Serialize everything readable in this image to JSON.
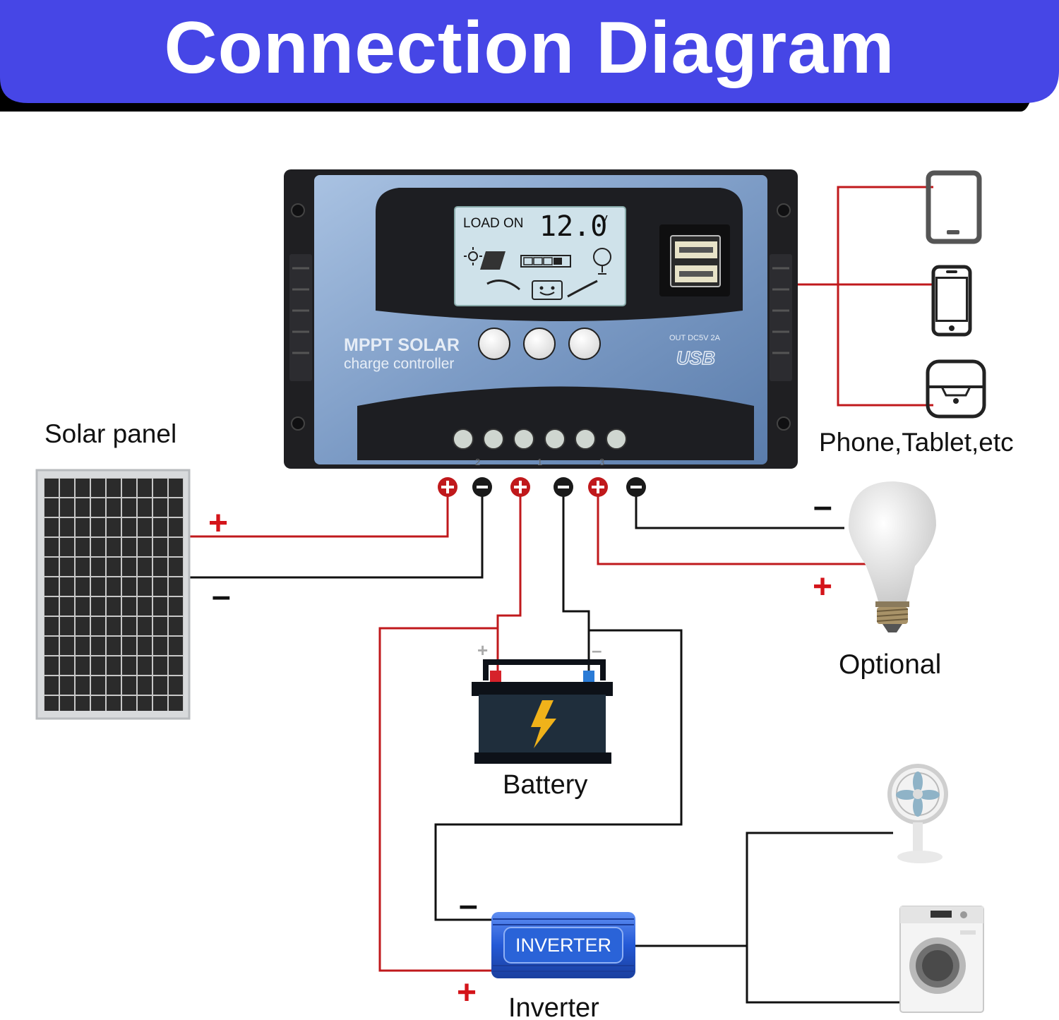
{
  "header": {
    "title": "Connection Diagram"
  },
  "controller": {
    "brand_line1": "MPPT SOLAR",
    "brand_line2": "charge controller",
    "lcd_status": "LOAD ON",
    "lcd_voltage": "12.0",
    "lcd_unit": "V",
    "usb_rating": "OUT DC5V 2A",
    "usb_label": "USB",
    "terminal_numbers": [
      "2",
      "1",
      "3"
    ]
  },
  "labels": {
    "solar_panel": "Solar panel",
    "devices": "Phone,Tablet,etc",
    "optional": "Optional",
    "battery": "Battery",
    "inverter": "Inverter",
    "inverter_body": "INVERTER"
  },
  "polarity": {
    "plus": "+",
    "minus": "–"
  },
  "colors": {
    "header_bg": "#4646e6",
    "positive_wire": "#c0191c",
    "negative_wire": "#111111",
    "controller_blue": "#7e9fc8",
    "inverter_blue": "#2a63d8"
  }
}
